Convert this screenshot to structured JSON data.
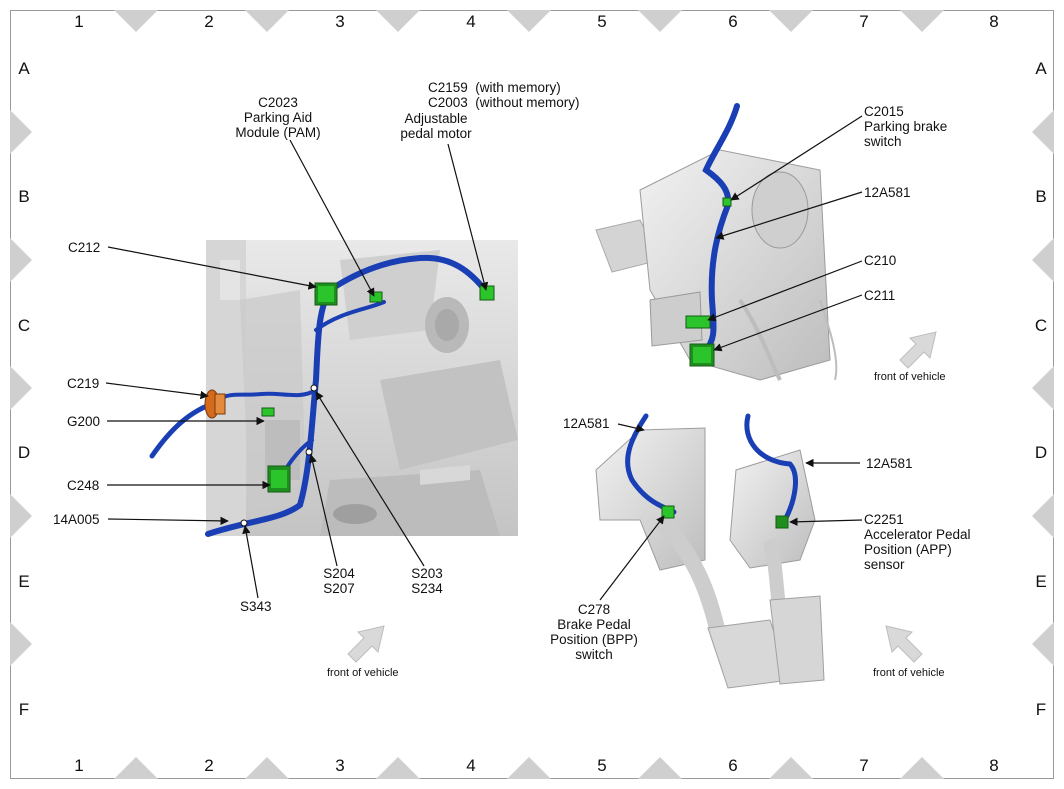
{
  "grid": {
    "columns": [
      "1",
      "2",
      "3",
      "4",
      "5",
      "6",
      "7",
      "8"
    ],
    "rows": [
      "A",
      "B",
      "C",
      "D",
      "E",
      "F"
    ]
  },
  "views": {
    "left": {
      "labels": {
        "c2023": [
          "C2023",
          "Parking Aid",
          "Module (PAM)"
        ],
        "c2159": [
          "C2159  (with memory)",
          "C2003  (without memory)",
          "Adjustable",
          "pedal motor"
        ],
        "c212": "C212",
        "c219": "C219",
        "g200": "G200",
        "c248": "C248",
        "h14a005": "14A005",
        "s343": "S343",
        "s204": [
          "S204",
          "S207"
        ],
        "s203": [
          "S203",
          "S234"
        ]
      },
      "front": "front of vehicle"
    },
    "upper_right": {
      "labels": {
        "c2015": [
          "C2015",
          "Parking brake",
          "switch"
        ],
        "h12a581": "12A581",
        "c210": "C210",
        "c211": "C211"
      },
      "front": "front of vehicle"
    },
    "lower_right": {
      "labels": {
        "h12a581_left": "12A581",
        "h12a581_right": "12A581",
        "c2251": [
          "C2251",
          "Accelerator Pedal",
          "Position (APP)",
          "sensor"
        ],
        "c278": [
          "C278",
          "Brake Pedal",
          "Position (BPP)",
          "switch"
        ]
      },
      "front_left": "front of vehicle",
      "front_right": "front of vehicle"
    }
  },
  "colors": {
    "harness": "#1a3fb5",
    "connector": "#2bc52b",
    "connector_dark": "#1e8f1e",
    "ground_terminal": "#d36a1c",
    "arrow": "#d9d9d9"
  }
}
